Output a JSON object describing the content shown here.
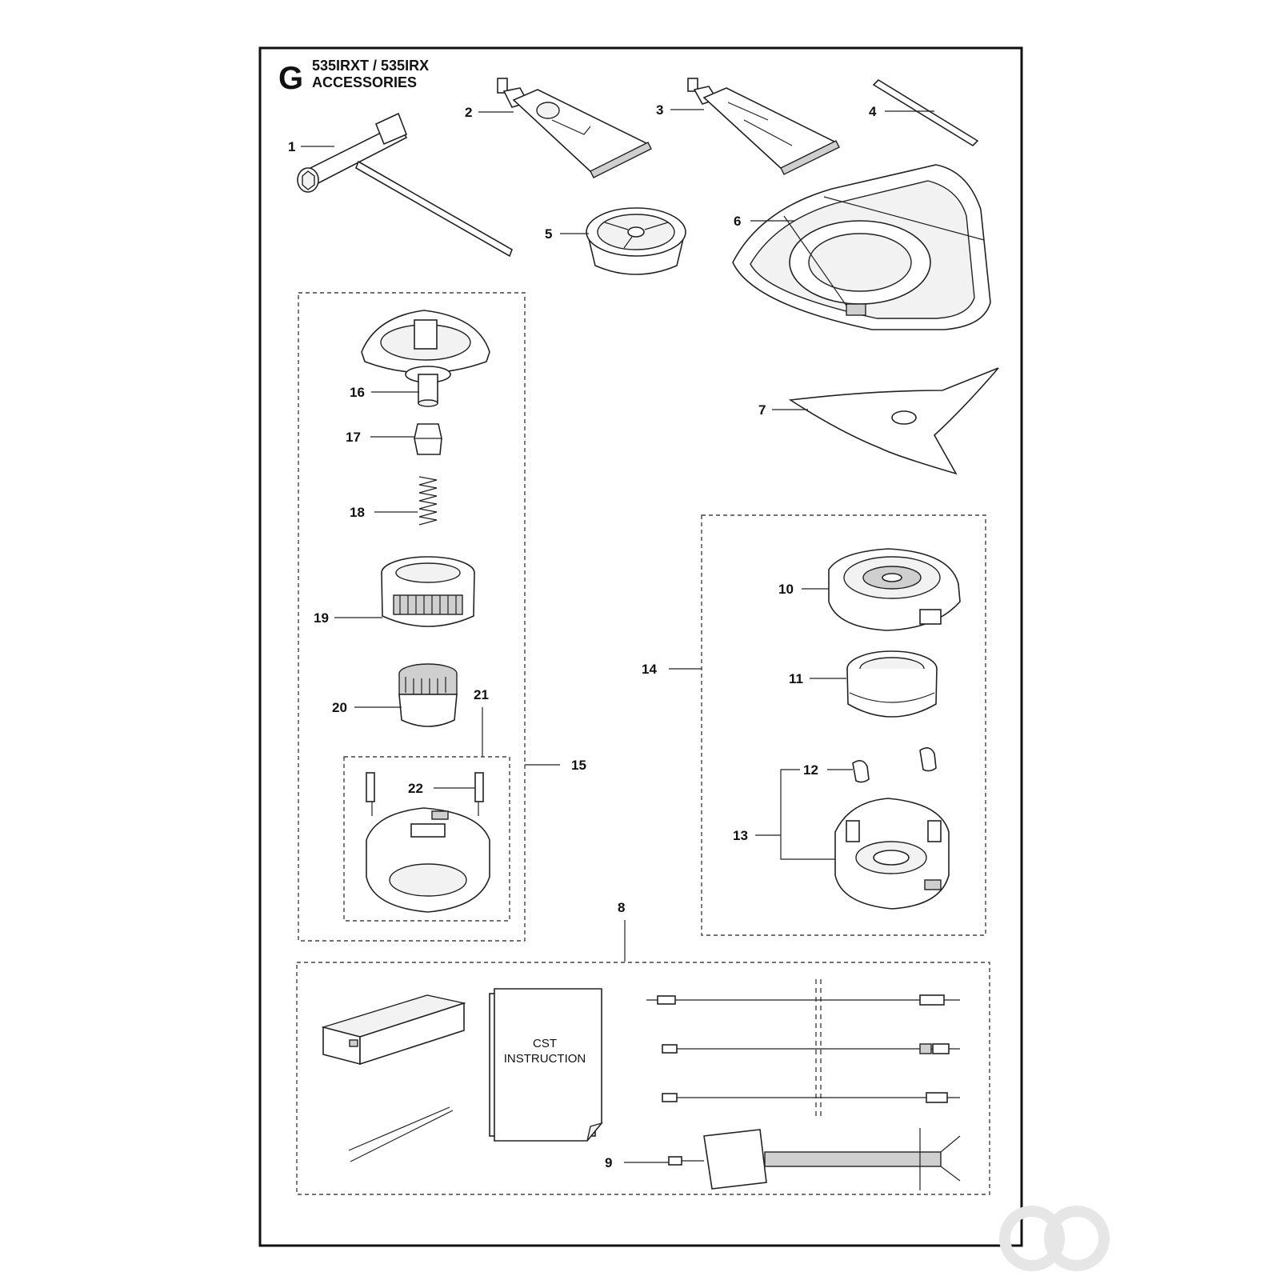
{
  "header": {
    "section_letter": "G",
    "models": "535IRXT / 535IRX",
    "subtitle": "ACCESSORIES"
  },
  "callouts": {
    "c1": "1",
    "c2": "2",
    "c3": "3",
    "c4": "4",
    "c5": "5",
    "c6": "6",
    "c7": "7",
    "c8": "8",
    "c9": "9",
    "c10": "10",
    "c11": "11",
    "c12": "12",
    "c13": "13",
    "c14": "14",
    "c15": "15",
    "c16": "16",
    "c17": "17",
    "c18": "18",
    "c19": "19",
    "c20": "20",
    "c21": "21",
    "c22": "22"
  },
  "instruction_doc": {
    "line1": "CST",
    "line2": "INSTRUCTION"
  },
  "colors": {
    "line": "#222222",
    "paper": "#ffffff",
    "watermark": "#e6e6e6"
  },
  "icons": {
    "watermark": "brand-logo-watermark"
  }
}
